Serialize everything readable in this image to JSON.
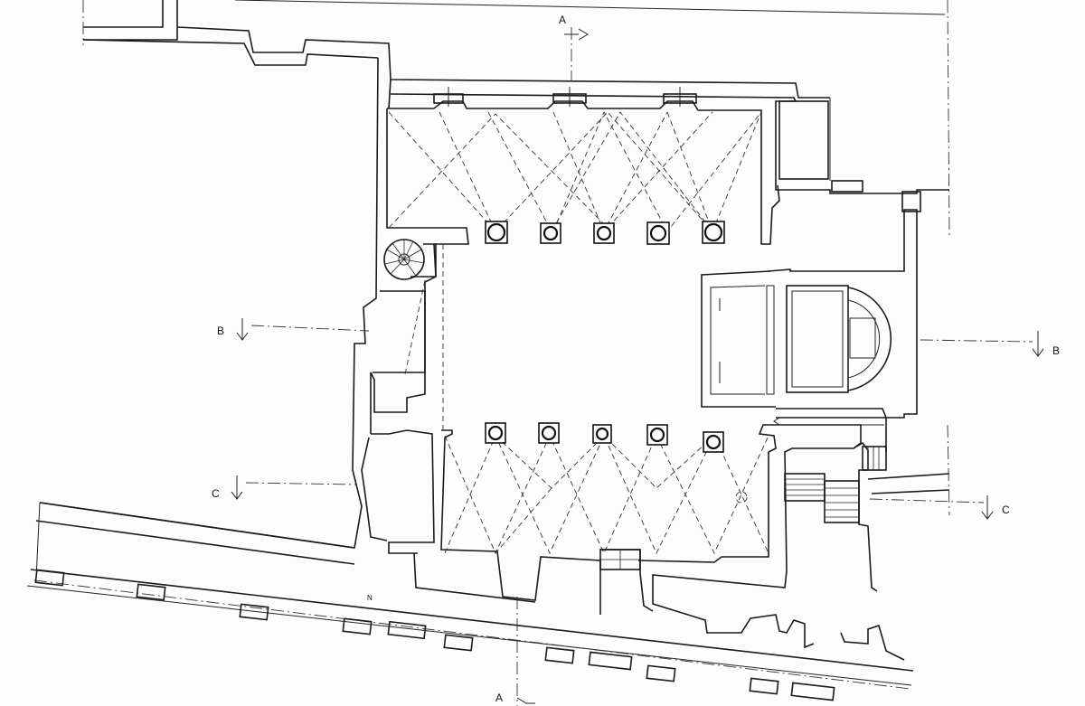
{
  "section_labels": {
    "a_top": "A",
    "a_bottom": "A",
    "b_left": "B",
    "b_right": "B",
    "c_left": "C",
    "c_right": "C"
  },
  "small_mark": "N"
}
